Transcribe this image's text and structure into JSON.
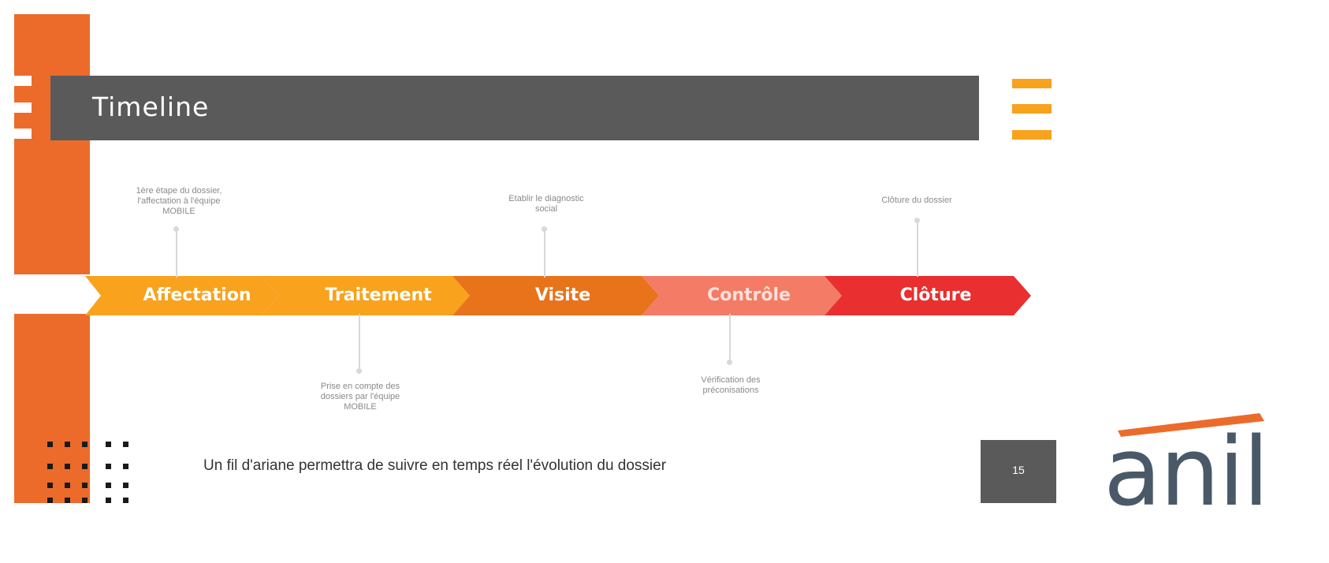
{
  "title": "Timeline",
  "steps": [
    {
      "label": "Affectation",
      "color": "#f8a21e"
    },
    {
      "label": "Traitement",
      "color": "#f8a21e"
    },
    {
      "label": "Visite",
      "color": "#e8731b"
    },
    {
      "label": "Contrôle",
      "color": "#f47b66"
    },
    {
      "label": "Clôture",
      "color": "#e92f2f"
    }
  ],
  "notes": {
    "affectation": [
      "1ère étape du dossier,",
      "l'affectation à l'équipe",
      "MOBILE"
    ],
    "traitement": [
      "Prise en compte des",
      "dossiers par l'équipe",
      "MOBILE"
    ],
    "visite": [
      "Etablir le diagnostic",
      "social"
    ],
    "controle": [
      "Vérification des",
      "préconisations"
    ],
    "cloture": [
      "Clôture du dossier"
    ]
  },
  "footer_text": "Un fil d'ariane permettra de suivre en temps réel l'évolution du dossier",
  "page_number": "15",
  "logo": "anil",
  "colors": {
    "orange": "#ec6b2b",
    "gray": "#5a5a5a",
    "stripe": "#f8a21e"
  }
}
